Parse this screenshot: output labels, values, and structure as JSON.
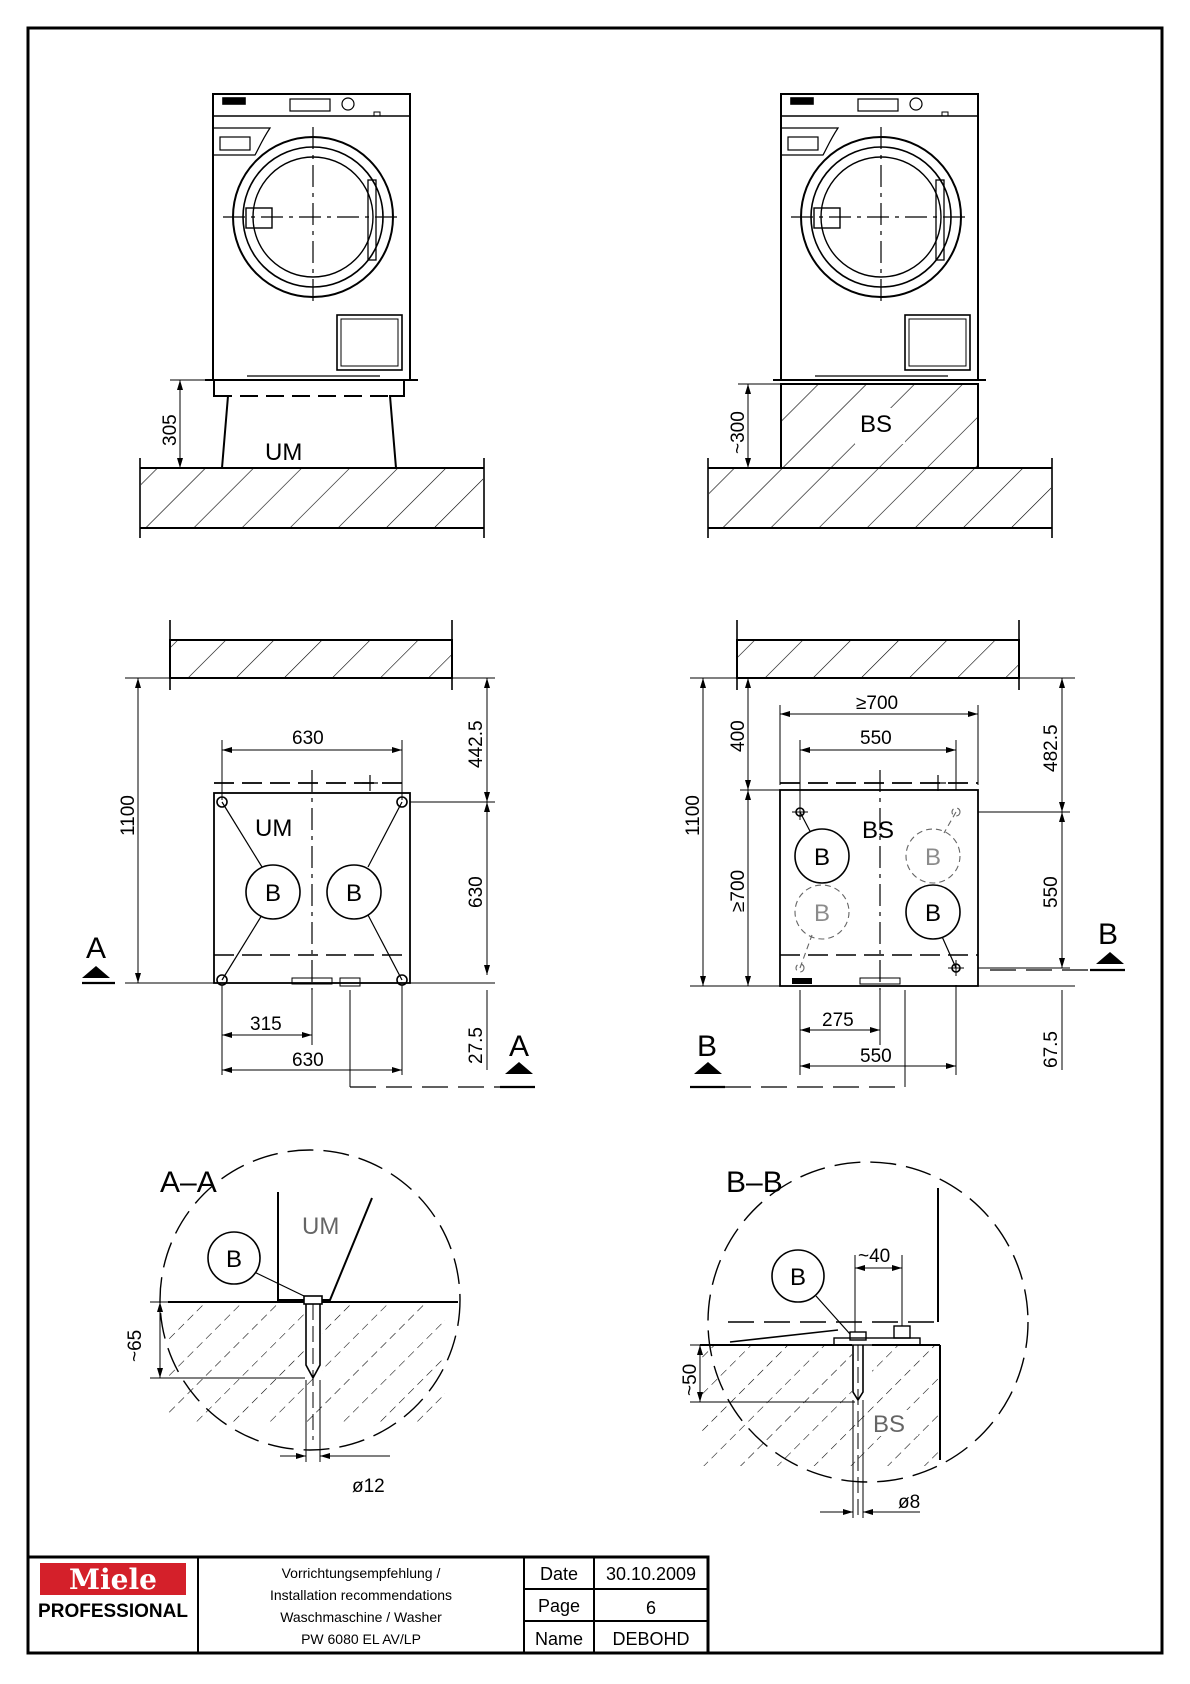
{
  "labels": {
    "um": "UM",
    "bs": "BS",
    "b": "B",
    "section_a": "A",
    "section_b": "B",
    "section_aa": "A–A",
    "section_bb": "B–B"
  },
  "dimensions": {
    "front_left_height": "305",
    "front_right_height": "~300",
    "plan_left": {
      "depth_total": "1100",
      "width_top": "630",
      "wall_gap": "442.5",
      "depth_base": "630",
      "offset": "315",
      "width_bottom": "630",
      "front_gap": "27.5"
    },
    "plan_right": {
      "depth_total": "1100",
      "min_width": "≥700",
      "width_top": "550",
      "wall_clear": "400",
      "wall_gap": "482.5",
      "min_depth": "≥700",
      "depth_base": "550",
      "offset": "275",
      "width_bottom": "550",
      "front_gap": "67.5"
    },
    "section_aa": {
      "depth": "~65",
      "diameter": "ø12"
    },
    "section_bb": {
      "gap": "~40",
      "depth": "~50",
      "diameter": "ø8"
    }
  },
  "title_block": {
    "logo": "Miele",
    "logo_sub": "PROFESSIONAL",
    "description": [
      "Vorrichtungsempfehlung /",
      "Installation recommendations",
      "Waschmaschine / Washer",
      "PW 6080 EL AV/LP"
    ],
    "date_label": "Date",
    "date_value": "30.10.2009",
    "page_label": "Page",
    "page_value": "6",
    "name_label": "Name",
    "name_value": "DEBOHD"
  },
  "colors": {
    "brand": "#d4202a",
    "line": "#000000"
  }
}
